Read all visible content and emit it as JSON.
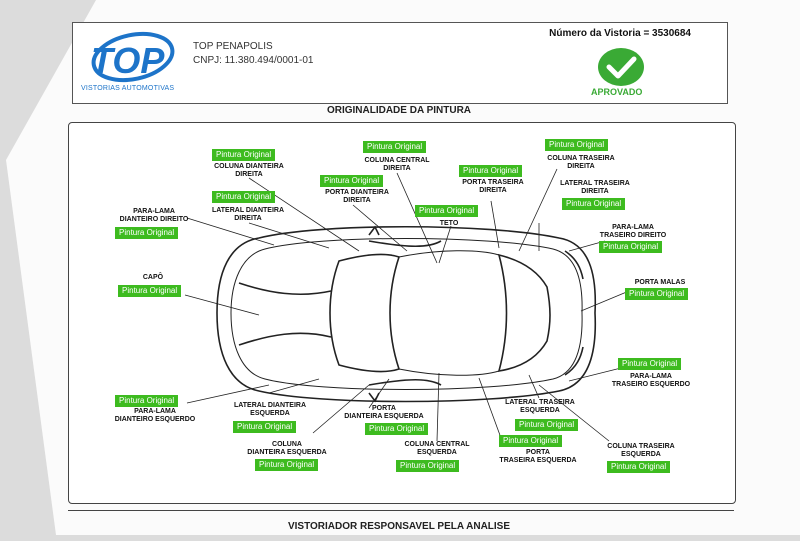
{
  "header": {
    "company": "TOP PENAPOLIS",
    "cnpj": "CNPJ: 11.380.494/0001-01",
    "logo_text": "TOP",
    "logo_subtitle": "VISTORIAS AUTOMOTIVAS",
    "vistoria_number": "Número da Vistoria = 3530684",
    "status": "APROVADO",
    "status_color": "#3aaa35"
  },
  "section_title": "ORIGINALIDADE DA PINTURA",
  "footer_title": "VISTORIADOR RESPONSAVEL PELA ANALISE",
  "tag_color": "#3dbb1f",
  "parts": [
    {
      "label": "COLUNA DIANTEIRA\nDIREITA",
      "status": "Pintura Original"
    },
    {
      "label": "COLUNA CENTRAL\nDIREITA",
      "status": "Pintura Original"
    },
    {
      "label": "PORTA TRASEIRA\nDIREITA",
      "status": "Pintura Original"
    },
    {
      "label": "COLUNA TRASEIRA\nDIREITA",
      "status": "Pintura Original"
    },
    {
      "label": "LATERAL DIANTEIRA\nDIREITA",
      "status": "Pintura Original"
    },
    {
      "label": "PORTA DIANTEIRA\nDIREITA",
      "status": "Pintura Original"
    },
    {
      "label": "TETO",
      "status": "Pintura Original"
    },
    {
      "label": "LATERAL TRASEIRA\nDIREITA",
      "status": "Pintura Original"
    },
    {
      "label": "PARA-LAMA\nDIANTEIRO DIREITO",
      "status": "Pintura Original"
    },
    {
      "label": "PARA-LAMA\nTRASEIRO DIREITO",
      "status": "Pintura Original"
    },
    {
      "label": "CAPÔ",
      "status": "Pintura Original"
    },
    {
      "label": "PORTA MALAS",
      "status": "Pintura Original"
    },
    {
      "label": "PARA-LAMA\nTRASEIRO ESQUERDO",
      "status": "Pintura Original"
    },
    {
      "label": "PARA-LAMA\nDIANTEIRO ESQUERDO",
      "status": "Pintura Original"
    },
    {
      "label": "LATERAL DIANTEIRA\nESQUERDA",
      "status": "Pintura Original"
    },
    {
      "label": "PORTA\nDIANTEIRA ESQUERDA",
      "status": "Pintura Original"
    },
    {
      "label": "LATERAL TRASEIRA\nESQUERDA",
      "status": "Pintura Original"
    },
    {
      "label": "COLUNA CENTRAL\nESQUERDA",
      "status": "Pintura Original"
    },
    {
      "label": "COLUNA\nDIANTEIRA ESQUERDA",
      "status": "Pintura Original"
    },
    {
      "label": "PORTA\nTRASEIRA ESQUERDA",
      "status": "Pintura Original"
    },
    {
      "label": "COLUNA TRASEIRA\nESQUERDA",
      "status": "Pintura Original"
    }
  ]
}
